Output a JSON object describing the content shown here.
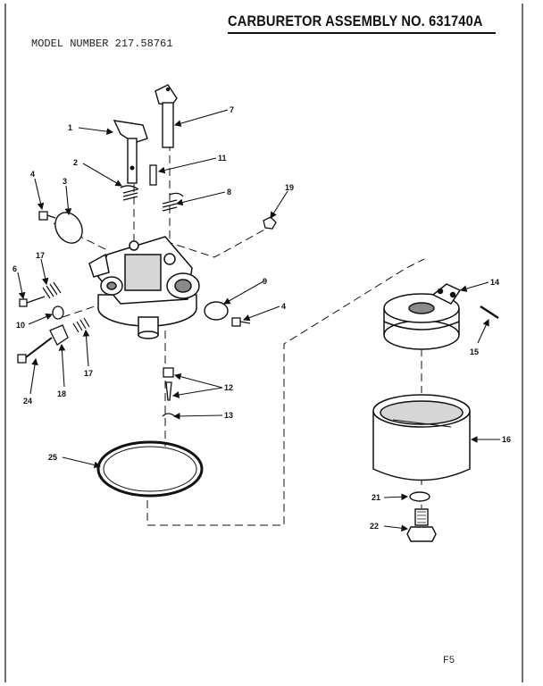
{
  "header": {
    "title": "CARBURETOR ASSEMBLY NO. 631740A",
    "model_number": "MODEL NUMBER 217.58761"
  },
  "footer": {
    "page_code": "F5"
  },
  "parts": {
    "p1": "1",
    "p2": "2",
    "p3": "3",
    "p4a": "4",
    "p4b": "4",
    "p6": "6",
    "p7": "7",
    "p8": "8",
    "p9": "9",
    "p10": "10",
    "p11": "11",
    "p12": "12",
    "p13": "13",
    "p14": "14",
    "p15": "15",
    "p16": "16",
    "p17a": "17",
    "p17b": "17",
    "p18": "18",
    "p19": "19",
    "p21": "21",
    "p22": "22",
    "p24": "24",
    "p25": "25"
  },
  "colors": {
    "ink": "#111111",
    "paper": "#ffffff",
    "shade": "#8a8a8a"
  }
}
